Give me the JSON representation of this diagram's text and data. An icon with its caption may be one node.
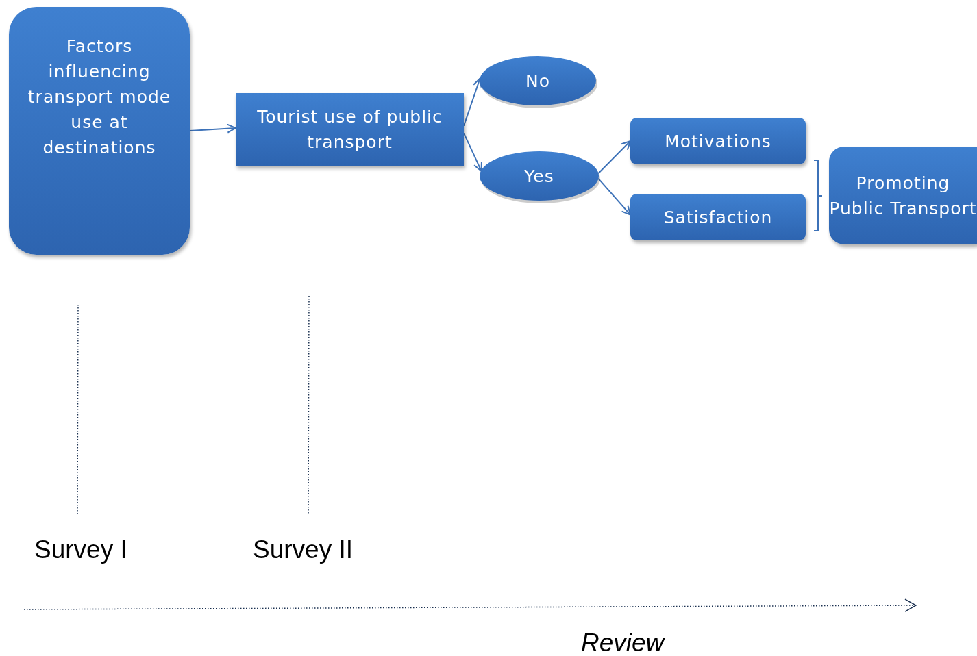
{
  "diagram": {
    "nodes": [
      {
        "text": [
          "Factors influencing transport mode use at destinations"
        ]
      },
      {
        "text": [
          "Tourist use of public transport"
        ]
      },
      {
        "text": [
          "No"
        ]
      },
      {
        "text": [
          "Yes"
        ]
      },
      {
        "text": [
          "Motivations"
        ]
      },
      {
        "text": [
          "Satisfaction"
        ]
      },
      {
        "text": [
          "Promoting Public Transport"
        ]
      }
    ],
    "edges": [
      {
        "from": 0,
        "to": 1,
        "arrow": "to"
      },
      {
        "from": 1,
        "to": 2,
        "arrow": "to"
      },
      {
        "from": 1,
        "to": 3,
        "arrow": "to"
      },
      {
        "from": 3,
        "to": 4,
        "arrow": "to"
      },
      {
        "from": 3,
        "to": 5,
        "arrow": "to"
      }
    ],
    "labels": [
      "Survey I",
      "Survey II",
      "Review"
    ]
  }
}
